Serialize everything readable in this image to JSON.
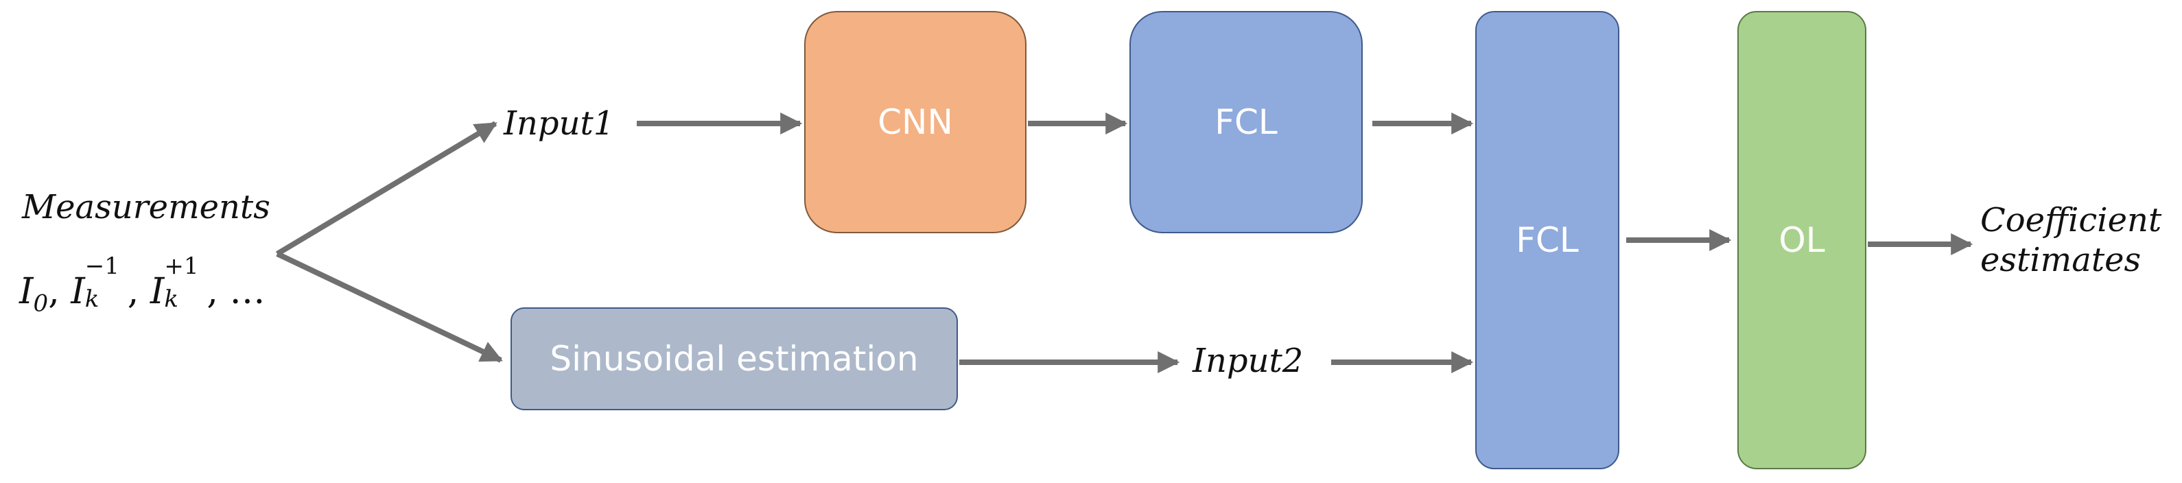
{
  "diagram": {
    "nodes": {
      "cnn": "CNN",
      "fcl_top": "FCL",
      "fcl_merge": "FCL",
      "ol": "OL",
      "sinusoidal": "Sinusoidal estimation"
    },
    "labels": {
      "input1": "Input1",
      "input2": "Input2",
      "measurements": "Measurements",
      "coefficient_line1": "Coefficient",
      "coefficient_line2": "estimates"
    },
    "formula": {
      "i0_base": "I",
      "i0_sub": "0",
      "ik_base": "I",
      "ik1_sup": "−1",
      "ik1_sub": "k",
      "ik2_sup": "+1",
      "ik2_sub": "k",
      "ellipsis": "…"
    },
    "colors": {
      "cnn": "#F4B183",
      "fcl": "#8FAADC",
      "ol": "#A9D18E",
      "sinusoidal": "#ADB9CA",
      "arrow": "#707070"
    }
  }
}
